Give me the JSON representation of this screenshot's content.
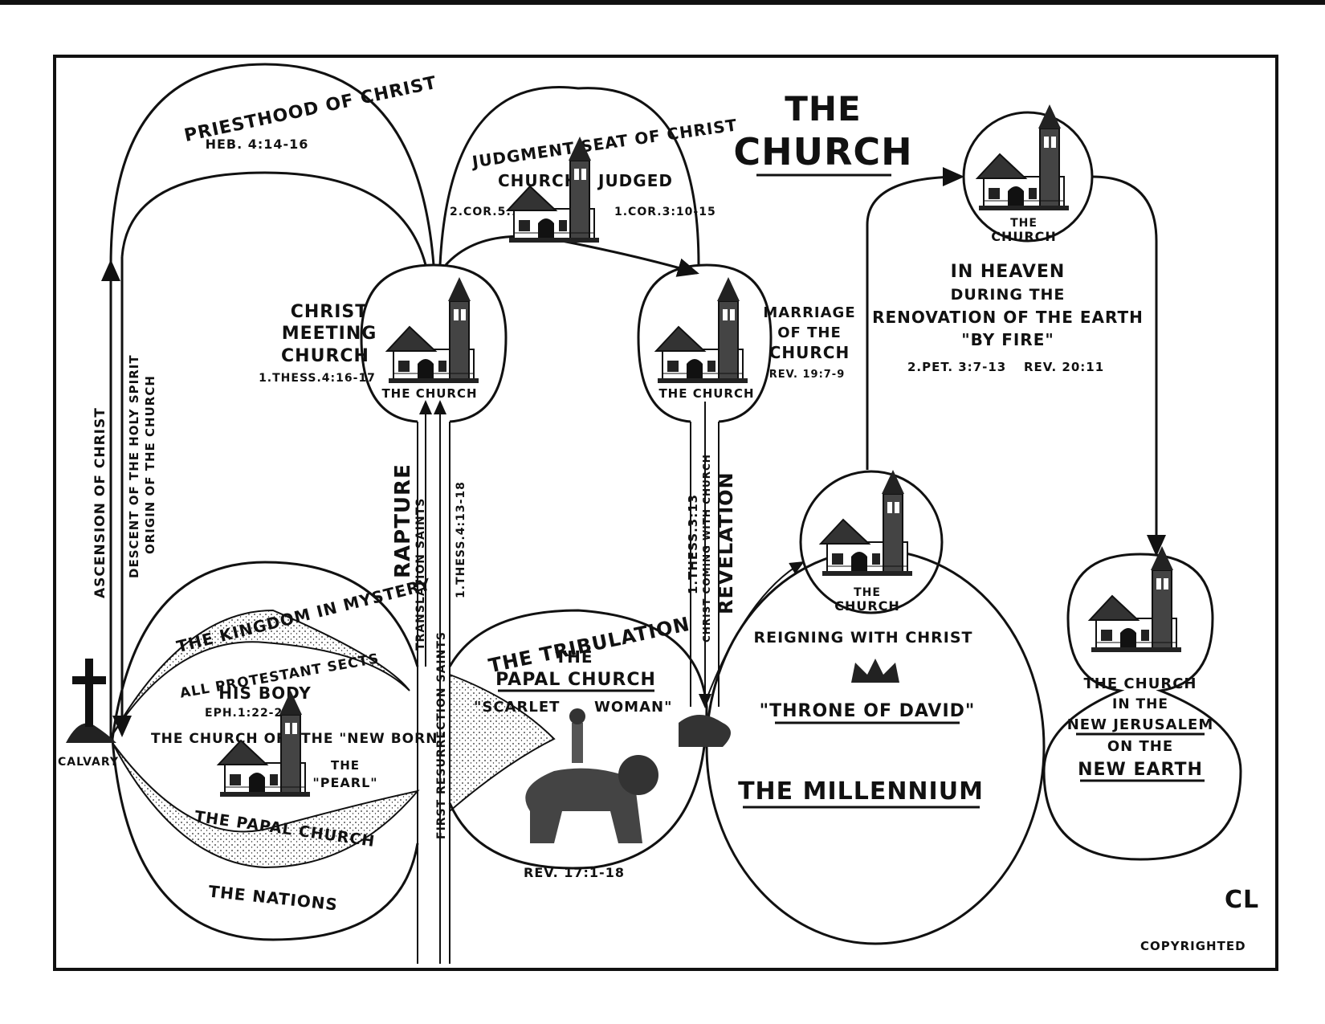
{
  "title_line1": "THE",
  "title_line2": "CHURCH",
  "labels": {
    "priesthood": "PRIESTHOOD OF CHRIST",
    "heb": "HEB. 4:14-16",
    "judgment_seat": "JUDGMENT SEAT OF CHRIST",
    "church_judged_left": "CHURCH",
    "church_judged_right": "JUDGED",
    "cor5": "2.COR.5:10",
    "cor3": "1.COR.3:10-15",
    "christ_meeting_1": "CHRIST",
    "christ_meeting_2": "MEETING",
    "christ_meeting_3": "CHURCH",
    "thess4": "1.THESS.4:16-17",
    "the_church": "THE CHURCH",
    "marriage_1": "MARRIAGE",
    "marriage_2": "OF THE",
    "marriage_3": "CHURCH",
    "rev19": "REV. 19:7-9",
    "in_heaven": "IN HEAVEN",
    "during_the": "DURING THE",
    "renovation": "RENOVATION OF THE EARTH",
    "by_fire": "\"BY FIRE\"",
    "pet3": "2.PET. 3:7-13",
    "rev20": "REV. 20:11",
    "the": "THE",
    "church": "CHURCH",
    "ascension": "ASCENSION OF CHRIST",
    "descent": "DESCENT OF THE HOLY SPIRIT",
    "origin": "ORIGIN OF THE CHURCH",
    "rapture": "RAPTURE",
    "translation_saints": "TRANSLATION SAINTS",
    "first_resurrection": "FIRST RESURRECTION SAINTS",
    "thess413": "1.THESS.4:13-18",
    "thess313": "1.THESS.3:13",
    "christ_coming": "CHRIST COMING WITH CHURCH",
    "revelation": "REVELATION",
    "kingdom_mystery": "THE KINGDOM IN MYSTERY",
    "protestant": "ALL PROTESTANT SECTS",
    "his_body": "HIS BODY",
    "eph": "EPH.1:22-23",
    "church_of": "THE CHURCH OF",
    "new_born": "THE \"NEW BORN\"",
    "the_pearl_1": "THE",
    "the_pearl_2": "\"PEARL\"",
    "papal_church_arc": "THE PAPAL CHURCH",
    "nations": "THE NATIONS",
    "calvary": "CALVARY",
    "tribulation": "THE TRIBULATION",
    "the_papal_1": "THE",
    "the_papal_2": "PAPAL CHURCH",
    "scarlet": "\"SCARLET",
    "woman": "WOMAN\"",
    "rev17": "REV. 17:1-18",
    "reigning": "REIGNING WITH CHRIST",
    "throne": "\"THRONE OF DAVID\"",
    "millennium": "THE MILLENNIUM",
    "nj_1": "THE CHURCH",
    "nj_2": "IN THE",
    "nj_3": "NEW JERUSALEM",
    "nj_4": "ON THE",
    "nj_5": "NEW EARTH",
    "copyrighted": "COPYRIGHTED",
    "monogram": "CL"
  }
}
